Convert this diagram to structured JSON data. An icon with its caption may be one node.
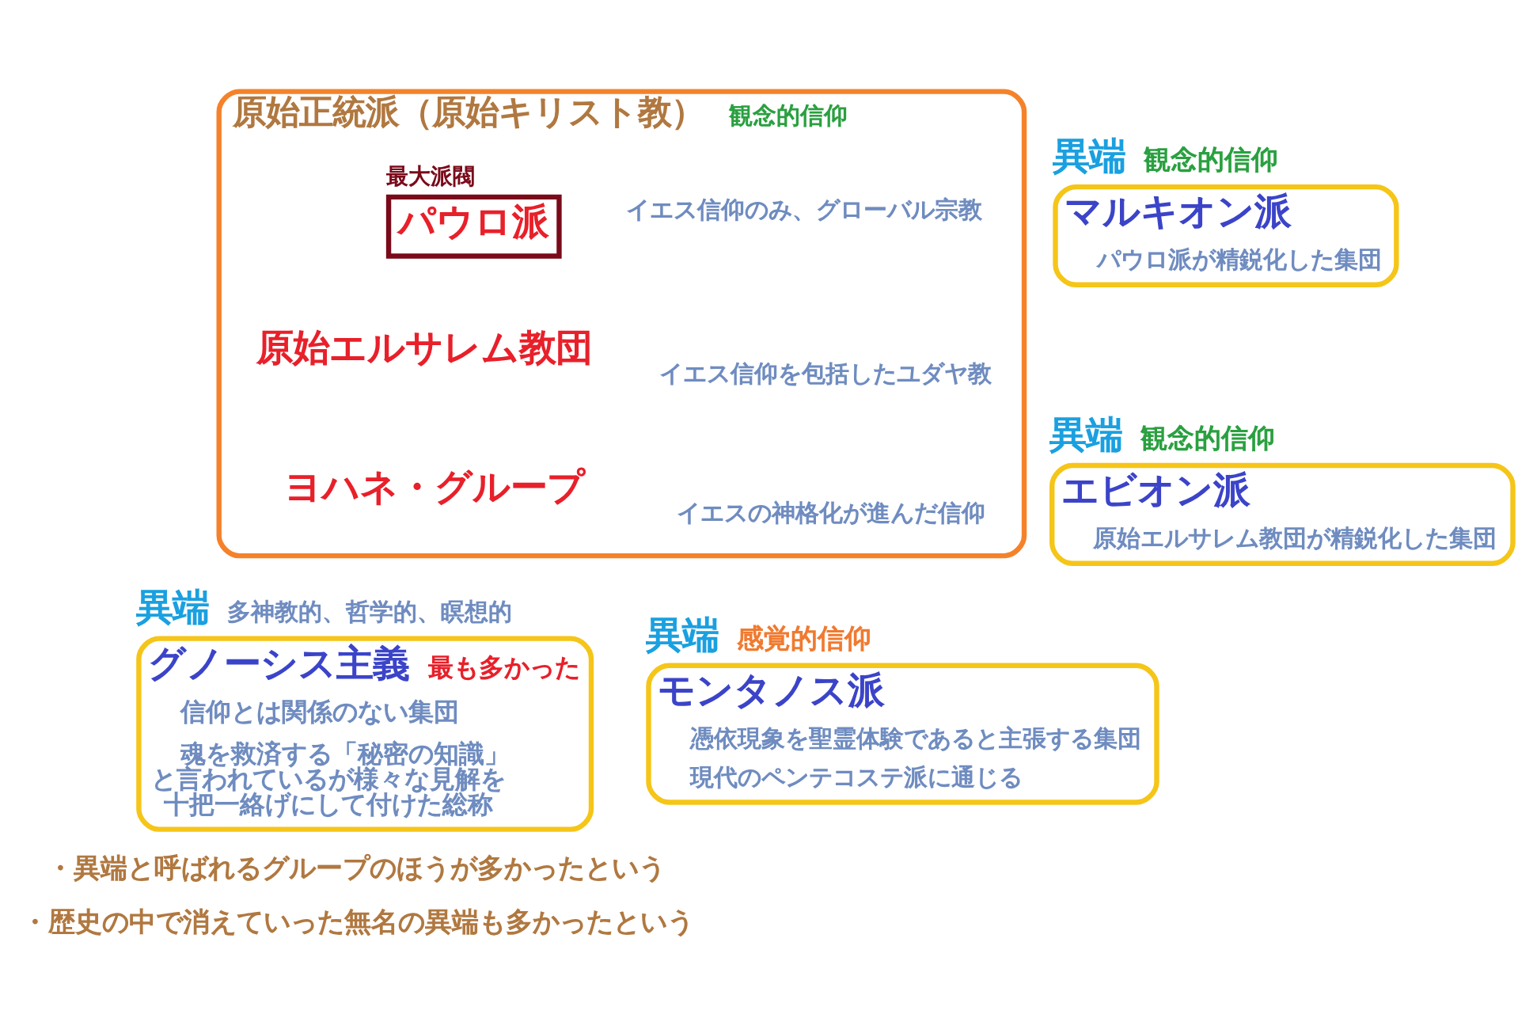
{
  "diagram": {
    "nodes": [
      {
        "text": [
          "原始正統派（原始キリスト教）",
          "観念的信仰",
          "原始エルサレム教団",
          "イエス信仰を包括したユダヤ教",
          "ヨハネ・グループ",
          "イエスの神格化が進んだ信仰"
        ]
      },
      {
        "text": [
          "最大派閥",
          "パウロ派"
        ],
        "in": 0,
        "beside": [
          "イエス信仰のみ、グローバル宗教"
        ]
      },
      {
        "text": [
          "異端",
          "観念的信仰",
          "マルキオン派",
          "パウロ派が精鋭化した集団"
        ]
      },
      {
        "text": [
          "異端",
          "観念的信仰",
          "エビオン派",
          "原始エルサレム教団が精鋭化した集団"
        ]
      },
      {
        "text": [
          "異端",
          "多神教的、哲学的、瞑想的",
          "グノーシス主義",
          "最も多かった",
          "信仰とは関係のない集団",
          "魂を救済する「秘密の知識」と言われているが様々な見解を十把一絡げにして付けた総称"
        ]
      },
      {
        "text": [
          "異端",
          "感覚的信仰",
          "モンタノス派",
          "憑依現象を聖霊体験であると主張する集団",
          "現代のペンテコステ派に通じる"
        ]
      }
    ],
    "edges": [],
    "labels": [
      "・異端と呼ばれるグループのほうが多かったという",
      "・歴史の中で消えていった無名の異端も多かったという"
    ]
  }
}
